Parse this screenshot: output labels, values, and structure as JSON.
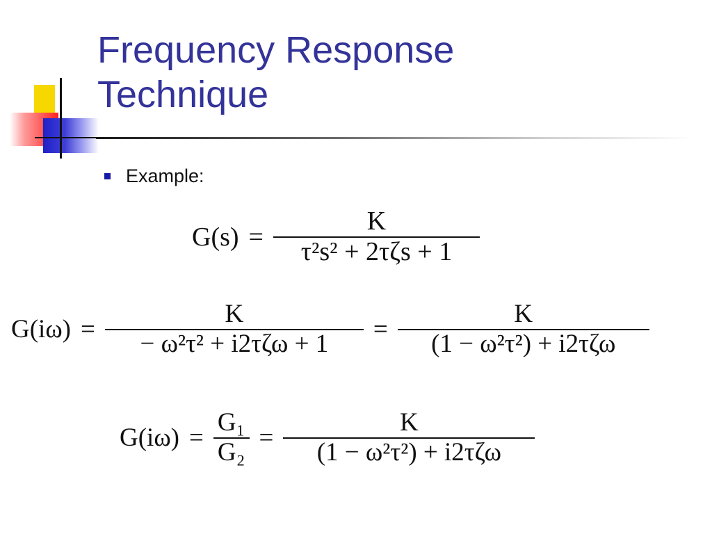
{
  "slide": {
    "title_line1": "Frequency Response",
    "title_line2": "Technique",
    "bullet": "Example:"
  },
  "equations": {
    "eq1": {
      "lhs": "G(s)",
      "equals": "=",
      "numerator": "K",
      "denominator": "τ²s² + 2τζs + 1"
    },
    "eq2": {
      "lhs": "G(iω)",
      "equals": "=",
      "numerator": "K",
      "denominator": "− ω²τ² + i2τζω + 1",
      "equals2": "=",
      "numerator2": "K",
      "denominator2": "(1 − ω²τ²) + i2τζω"
    },
    "eq3": {
      "lhs": "G(iω)",
      "equals": "=",
      "ratio_numerator": "G₁",
      "ratio_denominator": "G₂",
      "equals2": "=",
      "numerator": "K",
      "denominator": "(1 − ω²τ²) + i2τζω"
    }
  },
  "colors": {
    "title": "#33339a",
    "bullet": "#1a1aa8",
    "deco_yellow": "#f7d700",
    "deco_red": "#ff2020",
    "deco_blue": "#2020c8"
  }
}
